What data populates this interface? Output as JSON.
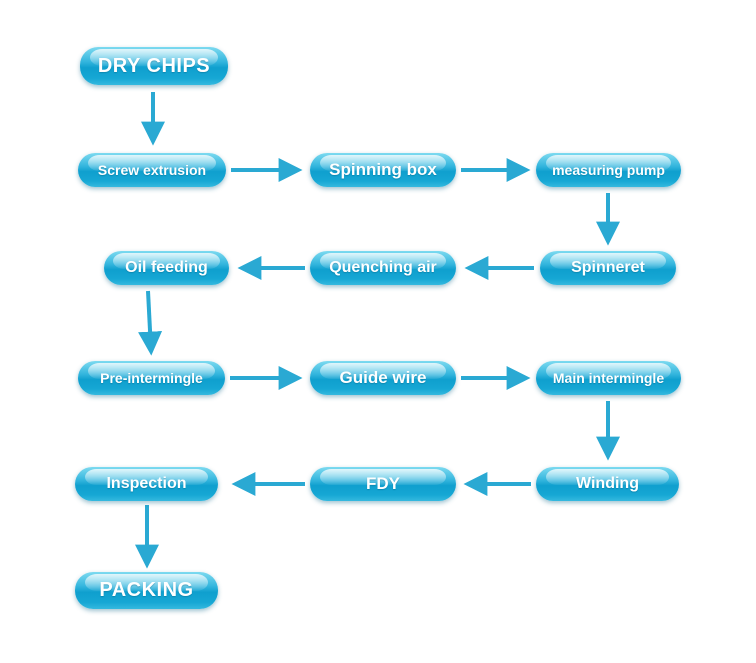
{
  "diagram": {
    "type": "flowchart",
    "colors": {
      "node_fill_top": "#7ddaf0",
      "node_fill_bottom": "#16a7d4",
      "arrow": "#2aa9d3",
      "text": "#ffffff",
      "background": "#ffffff"
    },
    "nodes": [
      {
        "id": "dry-chips",
        "label": "DRY CHIPS"
      },
      {
        "id": "screw-extrusion",
        "label": "Screw extrusion"
      },
      {
        "id": "spinning-box",
        "label": "Spinning box"
      },
      {
        "id": "measuring-pump",
        "label": "measuring pump"
      },
      {
        "id": "spinneret",
        "label": "Spinneret"
      },
      {
        "id": "quenching-air",
        "label": "Quenching air"
      },
      {
        "id": "oil-feeding",
        "label": "Oil feeding"
      },
      {
        "id": "pre-intermingle",
        "label": "Pre-intermingle"
      },
      {
        "id": "guide-wire",
        "label": "Guide wire"
      },
      {
        "id": "main-intermingle",
        "label": "Main intermingle"
      },
      {
        "id": "winding",
        "label": "Winding"
      },
      {
        "id": "fdy",
        "label": "FDY"
      },
      {
        "id": "inspection",
        "label": "Inspection"
      },
      {
        "id": "packing",
        "label": "PACKING"
      }
    ],
    "edges": [
      {
        "from": "dry-chips",
        "to": "screw-extrusion"
      },
      {
        "from": "screw-extrusion",
        "to": "spinning-box"
      },
      {
        "from": "spinning-box",
        "to": "measuring-pump"
      },
      {
        "from": "measuring-pump",
        "to": "spinneret"
      },
      {
        "from": "spinneret",
        "to": "quenching-air"
      },
      {
        "from": "quenching-air",
        "to": "oil-feeding"
      },
      {
        "from": "oil-feeding",
        "to": "pre-intermingle"
      },
      {
        "from": "pre-intermingle",
        "to": "guide-wire"
      },
      {
        "from": "guide-wire",
        "to": "main-intermingle"
      },
      {
        "from": "main-intermingle",
        "to": "winding"
      },
      {
        "from": "winding",
        "to": "fdy"
      },
      {
        "from": "fdy",
        "to": "inspection"
      },
      {
        "from": "inspection",
        "to": "packing"
      }
    ]
  }
}
